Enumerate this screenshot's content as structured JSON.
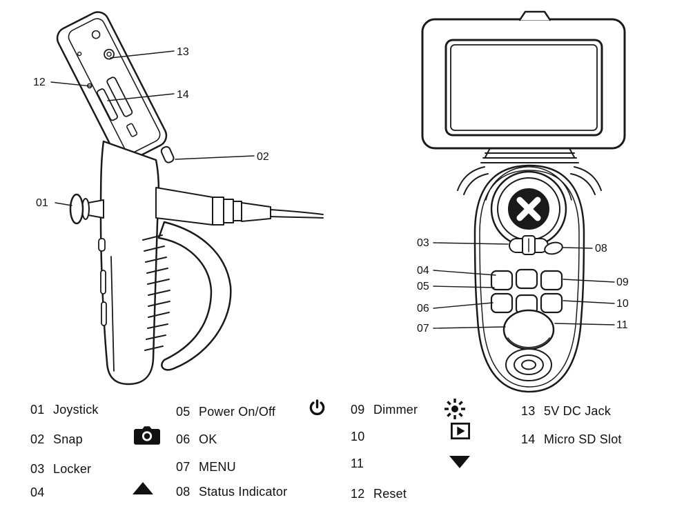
{
  "colors": {
    "ink": "#1a1a1a",
    "background": "#ffffff"
  },
  "diagram": {
    "left": {
      "callouts": [
        {
          "label": "13"
        },
        {
          "label": "12"
        },
        {
          "label": "14"
        },
        {
          "label": "02"
        },
        {
          "label": "01"
        }
      ]
    },
    "right": {
      "callouts": [
        {
          "label": "03"
        },
        {
          "label": "04"
        },
        {
          "label": "05"
        },
        {
          "label": "06"
        },
        {
          "label": "07"
        },
        {
          "label": "08"
        },
        {
          "label": "09"
        },
        {
          "label": "10"
        },
        {
          "label": "11"
        }
      ]
    }
  },
  "legend": {
    "items": [
      {
        "num": "01",
        "label": "Joystick",
        "icon": null
      },
      {
        "num": "02",
        "label": "Snap",
        "icon": "camera-icon"
      },
      {
        "num": "03",
        "label": "Locker",
        "icon": null
      },
      {
        "num": "04",
        "label": "",
        "icon": "up-triangle-icon"
      },
      {
        "num": "05",
        "label": "Power On/Off",
        "icon": "power-icon"
      },
      {
        "num": "06",
        "label": "OK",
        "icon": null
      },
      {
        "num": "07",
        "label": "MENU",
        "icon": null
      },
      {
        "num": "08",
        "label": "Status Indicator",
        "icon": null
      },
      {
        "num": "09",
        "label": "Dimmer",
        "icon": "sun-icon"
      },
      {
        "num": "10",
        "label": "",
        "icon": "play-icon"
      },
      {
        "num": "11",
        "label": "",
        "icon": "down-triangle-icon"
      },
      {
        "num": "12",
        "label": "Reset",
        "icon": null
      },
      {
        "num": "13",
        "label": "5V DC Jack",
        "icon": null
      },
      {
        "num": "14",
        "label": "Micro SD Slot",
        "icon": null
      }
    ]
  }
}
